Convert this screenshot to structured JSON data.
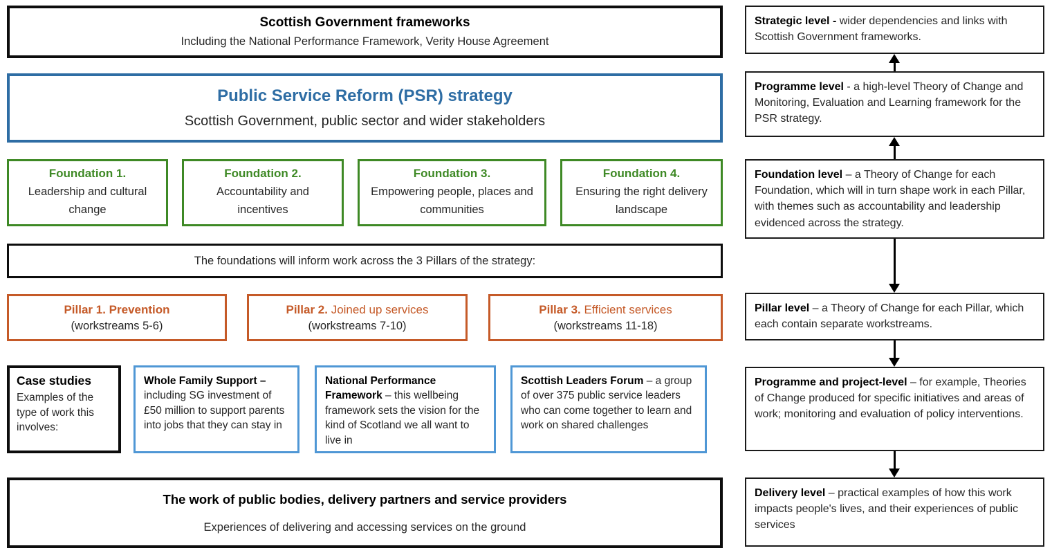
{
  "colors": {
    "blue": "#2E6DA4",
    "green": "#3E8925",
    "orange": "#C55A28",
    "light_blue": "#4F97D5",
    "ink": "#0D0D0D"
  },
  "main": {
    "frameworks_box": {
      "title": "Scottish Government frameworks",
      "subtitle": "Including the National Performance Framework, Verity House Agreement"
    },
    "psr_box": {
      "title": "Public Service Reform (PSR) strategy",
      "subtitle": "Scottish Government, public sector and wider stakeholders"
    },
    "foundations": [
      {
        "title": "Foundation 1.",
        "body": "Leadership and cultural change"
      },
      {
        "title": "Foundation 2.",
        "body": "Accountability and incentives"
      },
      {
        "title": "Foundation 3.",
        "body": "Empowering people, places and communities"
      },
      {
        "title": "Foundation 4.",
        "body": "Ensuring the right delivery landscape"
      }
    ],
    "strip": {
      "text": "The foundations will inform work across the 3 Pillars of the strategy:"
    },
    "pillars": [
      {
        "title_bold": "Pillar 1. Prevention",
        "title_rest": "",
        "workstreams": "(workstreams 5-6)"
      },
      {
        "title_bold": "Pillar 2.",
        "title_rest": " Joined up services",
        "workstreams": "(workstreams 7-10)"
      },
      {
        "title_bold": "Pillar 3.",
        "title_rest": " Efficient services",
        "workstreams": "(workstreams 11-18)"
      }
    ],
    "case_studies": {
      "label_box": {
        "title": "Case studies",
        "body": "Examples of the type of work this involves:"
      },
      "examples": [
        {
          "bold": "Whole Family Support –",
          "rest": " including SG investment of £50 million to support parents into jobs that they can stay in"
        },
        {
          "bold": "National Performance Framework",
          "rest": " – this wellbeing framework sets the vision for the kind of Scotland we all want to live in"
        },
        {
          "bold": "Scottish Leaders Forum",
          "rest": " – a group of over 375 public service leaders who can come together to learn and work on shared challenges"
        }
      ]
    },
    "bottom_box": {
      "title": "The work of public bodies, delivery partners and service providers",
      "subtitle": "Experiences of delivering and accessing services on the ground"
    }
  },
  "levels": {
    "items": [
      {
        "bold": "Strategic level -",
        "rest": " wider dependencies and links with Scottish Government frameworks."
      },
      {
        "bold": "Programme level",
        "rest": " - a high-level Theory of Change and Monitoring, Evaluation and Learning framework for the PSR strategy."
      },
      {
        "bold": "Foundation level",
        "rest": " – a Theory of Change for each Foundation, which will in turn shape work in each Pillar, with themes such as accountability and leadership evidenced across the strategy."
      },
      {
        "bold": "Pillar level",
        "rest": " – a Theory of Change for each Pillar, which each contain separate workstreams."
      },
      {
        "bold": "Programme and project-level",
        "rest": " – for example, Theories of Change produced for specific initiatives and areas of work; monitoring and evaluation of policy interventions."
      },
      {
        "bold": "Delivery level",
        "rest": " – practical examples of how this work impacts people's lives, and their experiences of public services"
      }
    ],
    "arrows": [
      "up",
      "up",
      "down",
      "down",
      "down"
    ]
  }
}
